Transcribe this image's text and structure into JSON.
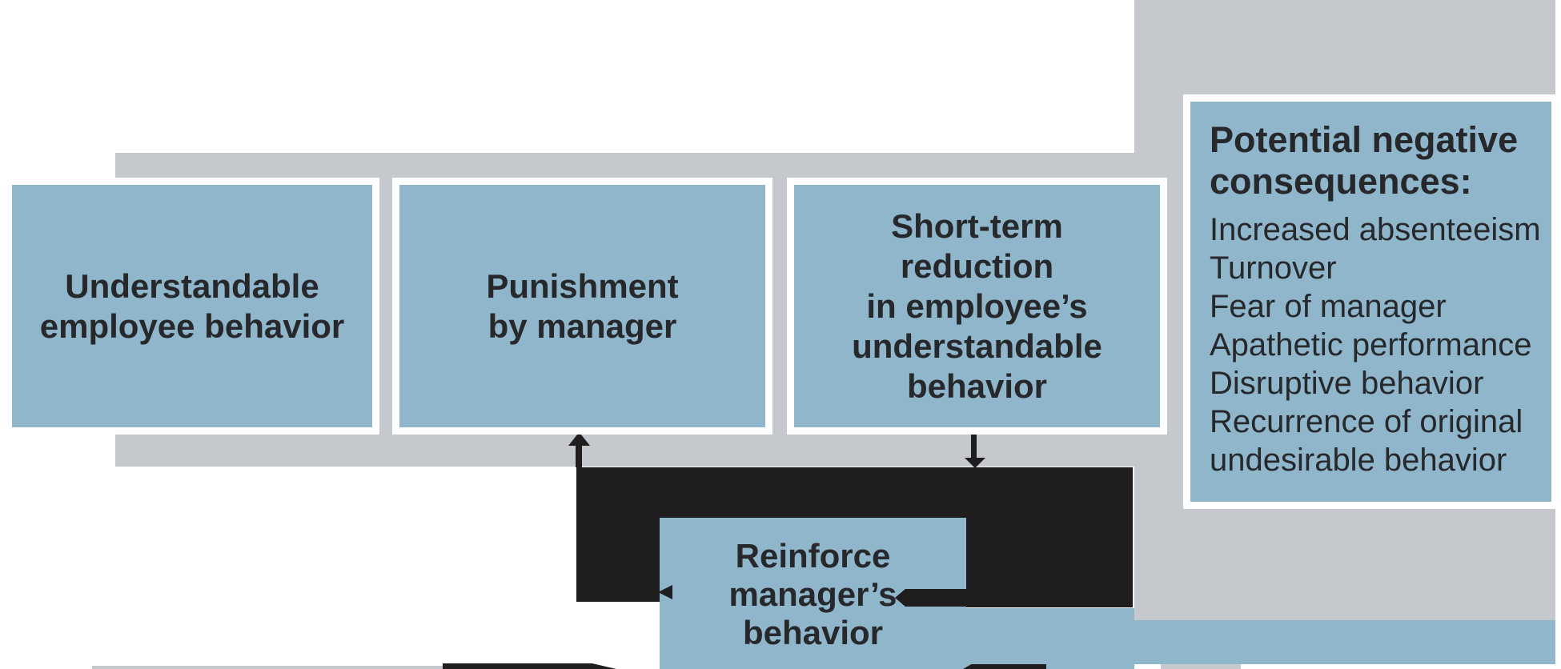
{
  "diagram": {
    "boxes": {
      "understandable": {
        "label": "Understandable\nemployee behavior"
      },
      "punishment": {
        "label": "Punishment\nby manager"
      },
      "short_term": {
        "label": "Short-term\nreduction\nin employee’s\nunderstandable\nbehavior"
      },
      "reinforce": {
        "label": "Reinforce\nmanager’s\nbehavior"
      }
    },
    "consequences": {
      "title": "Potential negative\nconsequences:",
      "items": [
        "Increased absenteeism",
        "Turnover",
        "Fear of manager",
        "Apathetic performance",
        "Disruptive behavior",
        "Recurrence of original\nundesirable behavior"
      ]
    },
    "colors": {
      "box_blue": "#90b6cb",
      "band_gray": "#c5c9ce",
      "path_black": "#201d1e",
      "text_dark": "#26282b"
    }
  }
}
